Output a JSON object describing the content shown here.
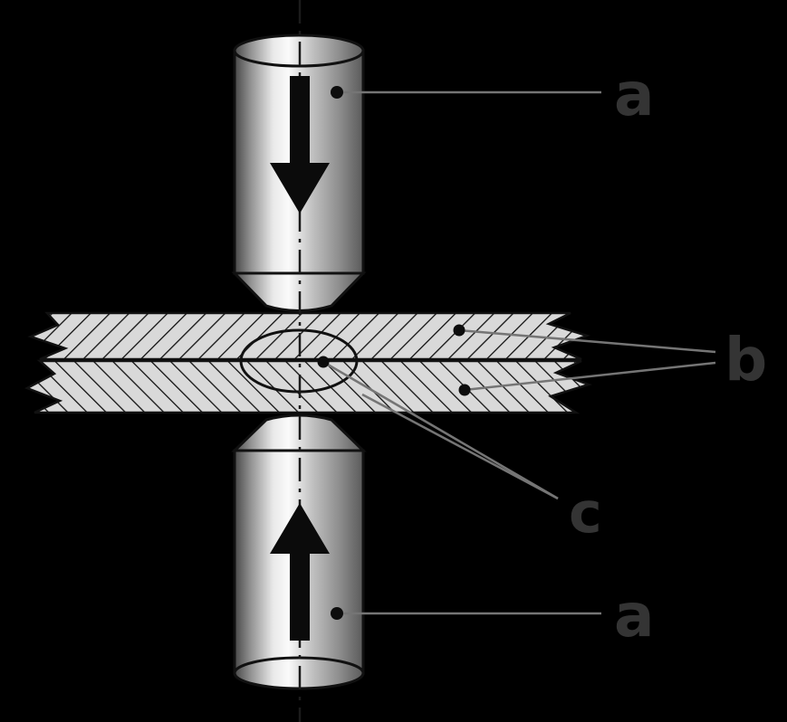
{
  "figure": {
    "type": "technical-diagram",
    "subject": "resistance-spot-welding-cross-section",
    "background_color": "#000000",
    "label_color": "#343434",
    "leader_line_color": "#757575",
    "outline_color": "#111111",
    "metal_highlight_color": "#fafafa",
    "metal_shadow_color": "#474747",
    "sheet_fill_color": "#d9d9d9",
    "labels": {
      "electrode_top": "a",
      "electrode_bottom": "a",
      "sheets": "b",
      "weld_nugget": "c"
    }
  }
}
